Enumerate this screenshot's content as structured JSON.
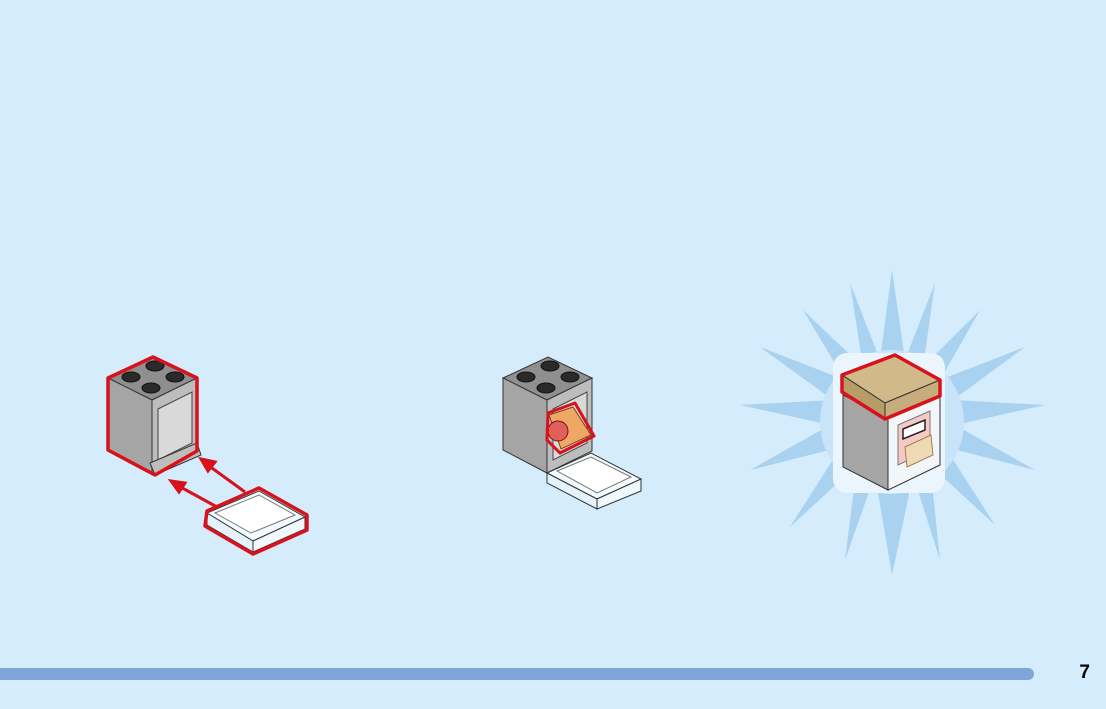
{
  "page": {
    "number": "7",
    "background_color": "#d4ecfb",
    "footer_bar_color": "#7fa6d9"
  },
  "steps": [
    {
      "id": "step-1",
      "parts": [
        "gray-2x2-cupboard-brick",
        "trans-clear-door"
      ],
      "icons": [
        "insert-arrow-icon",
        "insert-arrow-icon"
      ]
    },
    {
      "id": "step-2",
      "parts": [
        "gray-2x2-cupboard-brick",
        "trans-clear-door",
        "orange-pizza-tile"
      ]
    },
    {
      "id": "step-3",
      "parts": [
        "tan-2x2-plate",
        "finished-oven"
      ],
      "icons": [
        "starburst-icon"
      ]
    }
  ],
  "colors": {
    "outline_highlight": "#d8111b",
    "brick_gray": "#a5a5a5",
    "stud_dark": "#2a2a2a",
    "tan": "#d2b98a"
  }
}
